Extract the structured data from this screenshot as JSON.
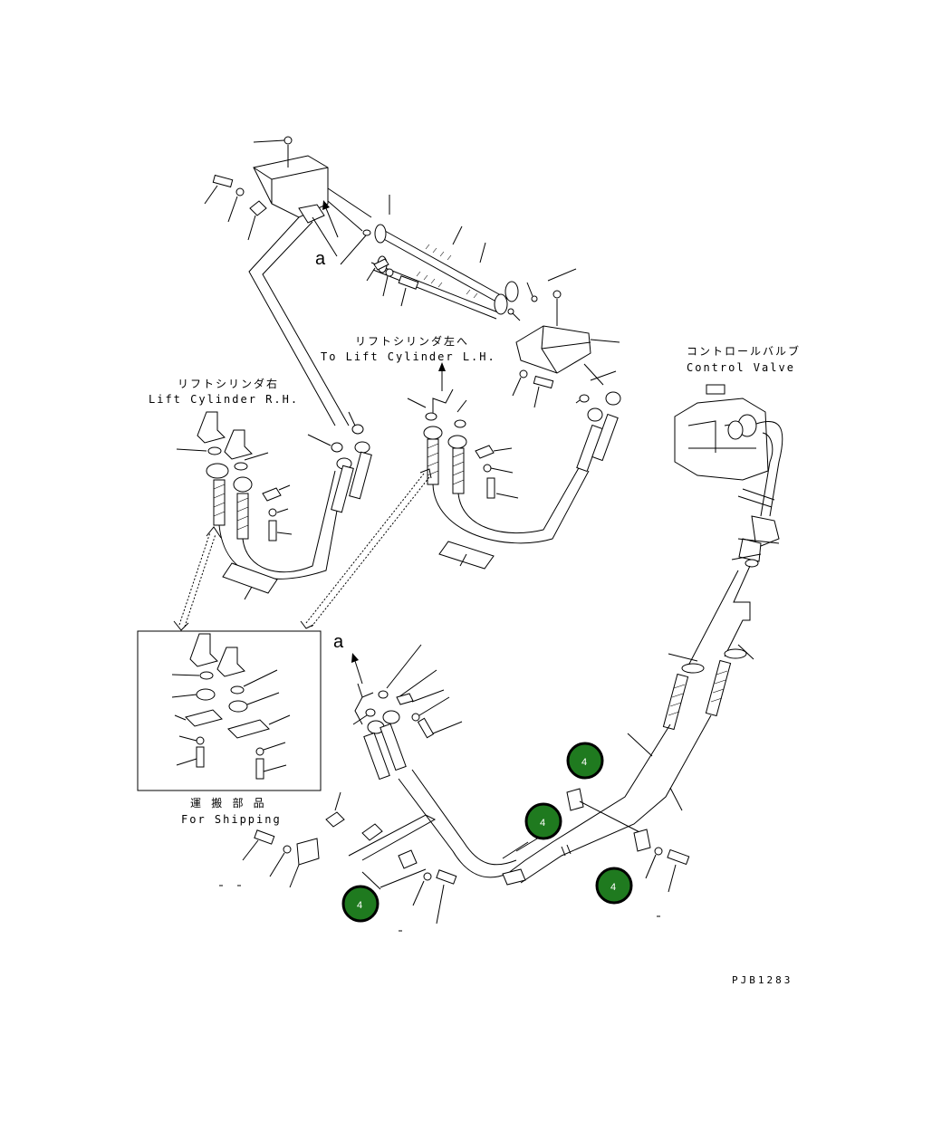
{
  "labels": {
    "lift_cylinder_lh_jp": "リフトシリンダ左へ",
    "lift_cylinder_lh_en": "To Lift Cylinder L.H.",
    "lift_cylinder_rh_jp": "リフトシリンダ右",
    "lift_cylinder_rh_en": "Lift Cylinder R.H.",
    "control_valve_jp": "コントロールバルブ",
    "control_valve_en": "Control Valve",
    "shipping_jp": "運 搬 部 品",
    "shipping_en": "For Shipping",
    "detail_a_top": "a",
    "detail_a_mid": "a",
    "drawing_code": "PJB1283"
  },
  "callouts": [
    {
      "id": "callout-1",
      "text": "4"
    },
    {
      "id": "callout-2",
      "text": "4"
    },
    {
      "id": "callout-3",
      "text": "4"
    },
    {
      "id": "callout-4",
      "text": "4"
    }
  ],
  "colors": {
    "callout_fill": "#1f7a1f",
    "callout_border": "#000000",
    "line": "#000000"
  }
}
